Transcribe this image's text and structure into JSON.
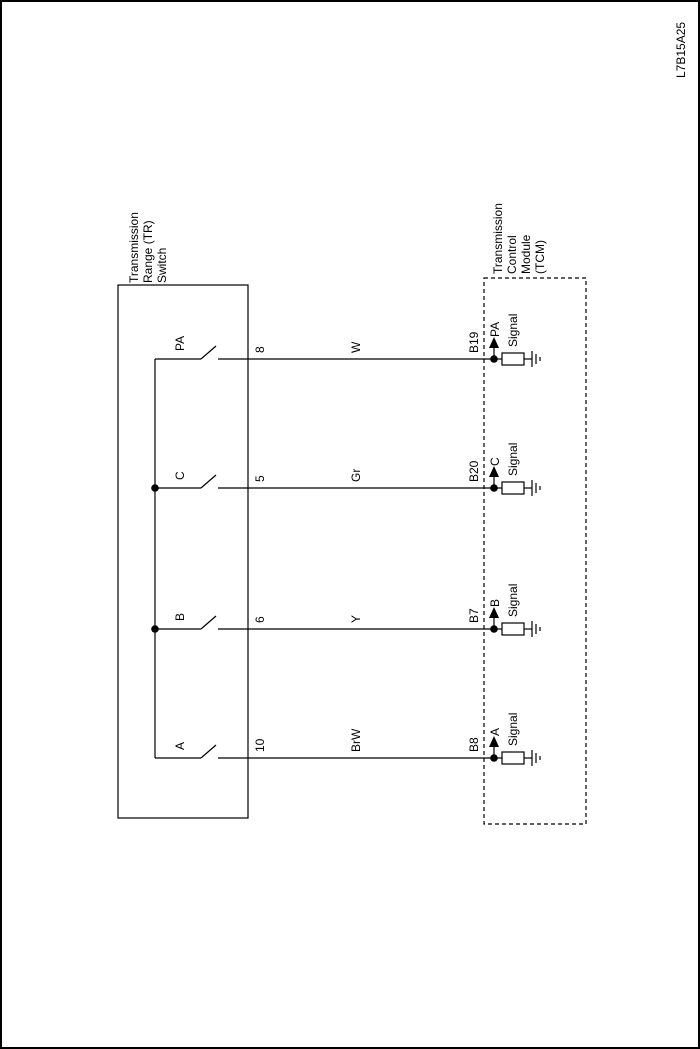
{
  "figure_code": "L7B15A25",
  "tr_switch": {
    "title": [
      "Transmission",
      "Range (TR)",
      "Switch"
    ]
  },
  "tcm": {
    "title": [
      "Transmission",
      "Control",
      "Module",
      "(TCM)"
    ]
  },
  "circuits": [
    {
      "switch": "PA",
      "pin": "8",
      "wire": "W",
      "tcm_pin": "B19",
      "signal": "PA",
      "signal_word": "Signal"
    },
    {
      "switch": "C",
      "pin": "5",
      "wire": "Gr",
      "tcm_pin": "B20",
      "signal": "C",
      "signal_word": "Signal"
    },
    {
      "switch": "B",
      "pin": "6",
      "wire": "Y",
      "tcm_pin": "B7",
      "signal": "B",
      "signal_word": "Signal"
    },
    {
      "switch": "A",
      "pin": "10",
      "wire": "BrW",
      "tcm_pin": "B8",
      "signal": "A",
      "signal_word": "Signal"
    }
  ]
}
